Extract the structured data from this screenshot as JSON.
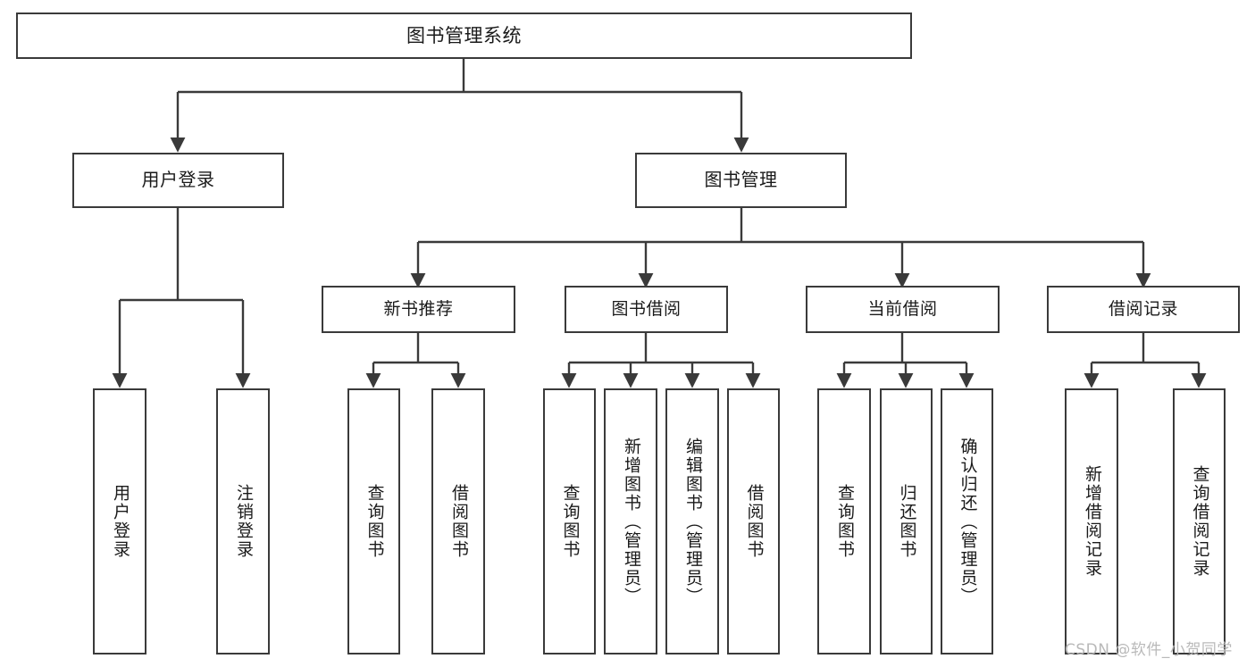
{
  "diagram": {
    "title": "图书管理系统",
    "type": "tree-hierarchy",
    "root": {
      "label": "图书管理系统"
    },
    "level2": {
      "user_login": {
        "label": "用户登录"
      },
      "book_manage": {
        "label": "图书管理"
      }
    },
    "level3": {
      "new_book_rec": {
        "label": "新书推荐"
      },
      "book_borrow": {
        "label": "图书借阅"
      },
      "current_borrow": {
        "label": "当前借阅"
      },
      "borrow_record": {
        "label": "借阅记录"
      }
    },
    "leaves": {
      "user_login": [
        {
          "label": "用户登录"
        },
        {
          "label": "注销登录"
        }
      ],
      "new_book_rec": [
        {
          "label": "查询图书"
        },
        {
          "label": "借阅图书"
        }
      ],
      "book_borrow": [
        {
          "label": "查询图书"
        },
        {
          "label": "新增图书（管理员）"
        },
        {
          "label": "编辑图书（管理员）"
        },
        {
          "label": "借阅图书"
        }
      ],
      "current_borrow": [
        {
          "label": "查询图书"
        },
        {
          "label": "归还图书"
        },
        {
          "label": "确认归还（管理员）"
        }
      ],
      "borrow_record": [
        {
          "label": "新增借阅记录"
        },
        {
          "label": "查询借阅记录"
        }
      ]
    },
    "watermark": "CSDN @软件_小贺同学",
    "colors": {
      "stroke": "#3a3a3a",
      "fill": "#ffffff",
      "text": "#1a1a1a",
      "watermark": "#b9b9b9"
    }
  }
}
